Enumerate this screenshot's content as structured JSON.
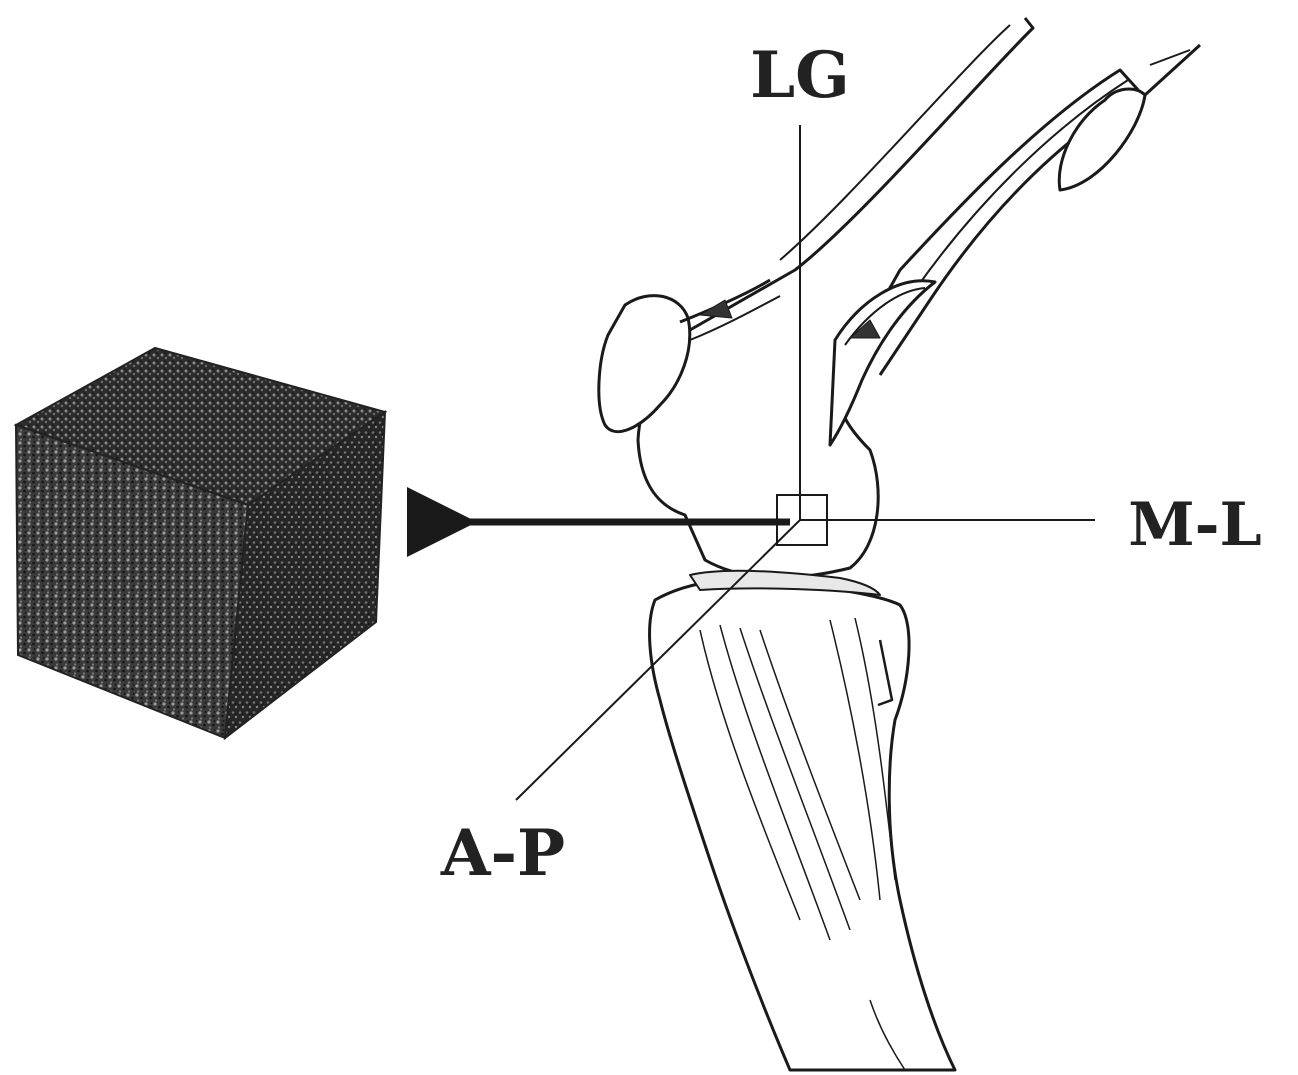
{
  "labels": {
    "lg": "LG",
    "ml": "M-L",
    "ap": "A-P"
  },
  "colors": {
    "ink": "#1a1a1a",
    "background": "#ffffff",
    "cube_dark": "#2e2e2e",
    "cube_light": "#8a8a8a"
  },
  "icons": {
    "sample": "trabecular-bone-cube",
    "illustration": "knee-joint-side-view",
    "arrow": "arrow-left"
  }
}
